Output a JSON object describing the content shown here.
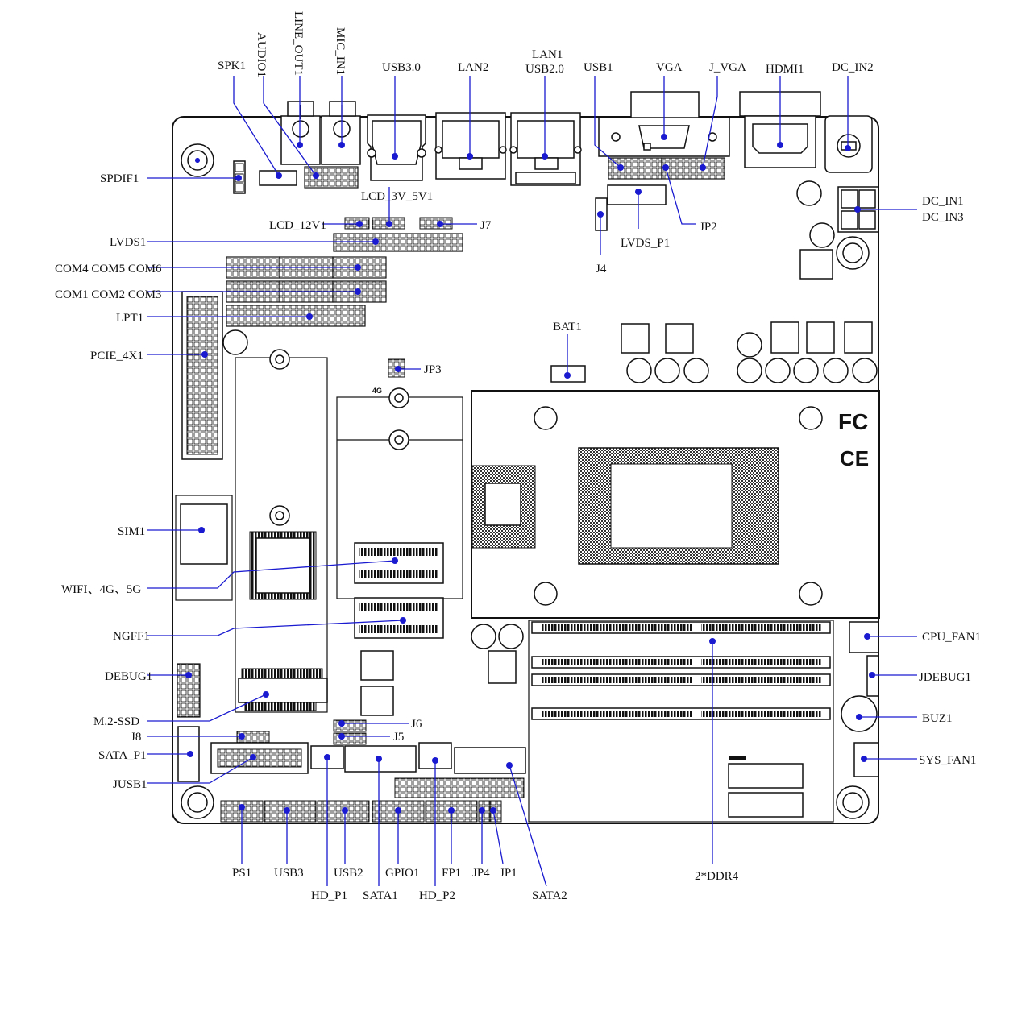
{
  "title": "",
  "labels": {
    "spk1": "SPK1",
    "audio1": "AUDIO1",
    "line_out1": "LINE_OUT1",
    "mic_in1": "MIC_IN1",
    "usb30": "USB3.0",
    "lan2": "LAN2",
    "lan1": "LAN1",
    "usb20": "USB2.0",
    "usb1": "USB1",
    "vga": "VGA",
    "j_vga": "J_VGA",
    "hdmi1": "HDMI1",
    "dc_in2": "DC_IN2",
    "spdif1": "SPDIF1",
    "lcd_3v_5v1": "LCD_3V_5V1",
    "dc_in1": "DC_IN1",
    "dc_in3": "DC_IN3",
    "lcd_12v1": "LCD_12V1",
    "j7": "J7",
    "jp2": "JP2",
    "lvds1": "LVDS1",
    "lvds_p1": "LVDS_P1",
    "com_top": "COM4 COM5 COM6",
    "j4": "J4",
    "com_bottom": "COM1 COM2 COM3",
    "lpt1": "LPT1",
    "bat1": "BAT1",
    "pcie_4x1": "PCIE_4X1",
    "jp3": "JP3",
    "sim1": "SIM1",
    "wifi": "WIFI、4G、5G",
    "ngff1": "NGFF1",
    "cpu_fan1": "CPU_FAN1",
    "debug1": "DEBUG1",
    "jdebug1": "JDEBUG1",
    "m2_ssd": "M.2-SSD",
    "buz1": "BUZ1",
    "j8": "J8",
    "j6": "J6",
    "j5": "J5",
    "sata_p1": "SATA_P1",
    "sys_fan1": "SYS_FAN1",
    "jusb1": "JUSB1",
    "ps1": "PS1",
    "usb3": "USB3",
    "usb2": "USB2",
    "gpio1": "GPIO1",
    "fp1": "FP1",
    "jp4": "JP4",
    "jp1": "JP1",
    "hd_p1": "HD_P1",
    "sata1": "SATA1",
    "hd_p2": "HD_P2",
    "sata2": "SATA2",
    "ddr4": "2*DDR4",
    "fourg": "4G",
    "fc_mark": "FC",
    "ce_mark": "CE"
  },
  "colors": {
    "accent": "#1a1ad0",
    "line": "#111111"
  }
}
